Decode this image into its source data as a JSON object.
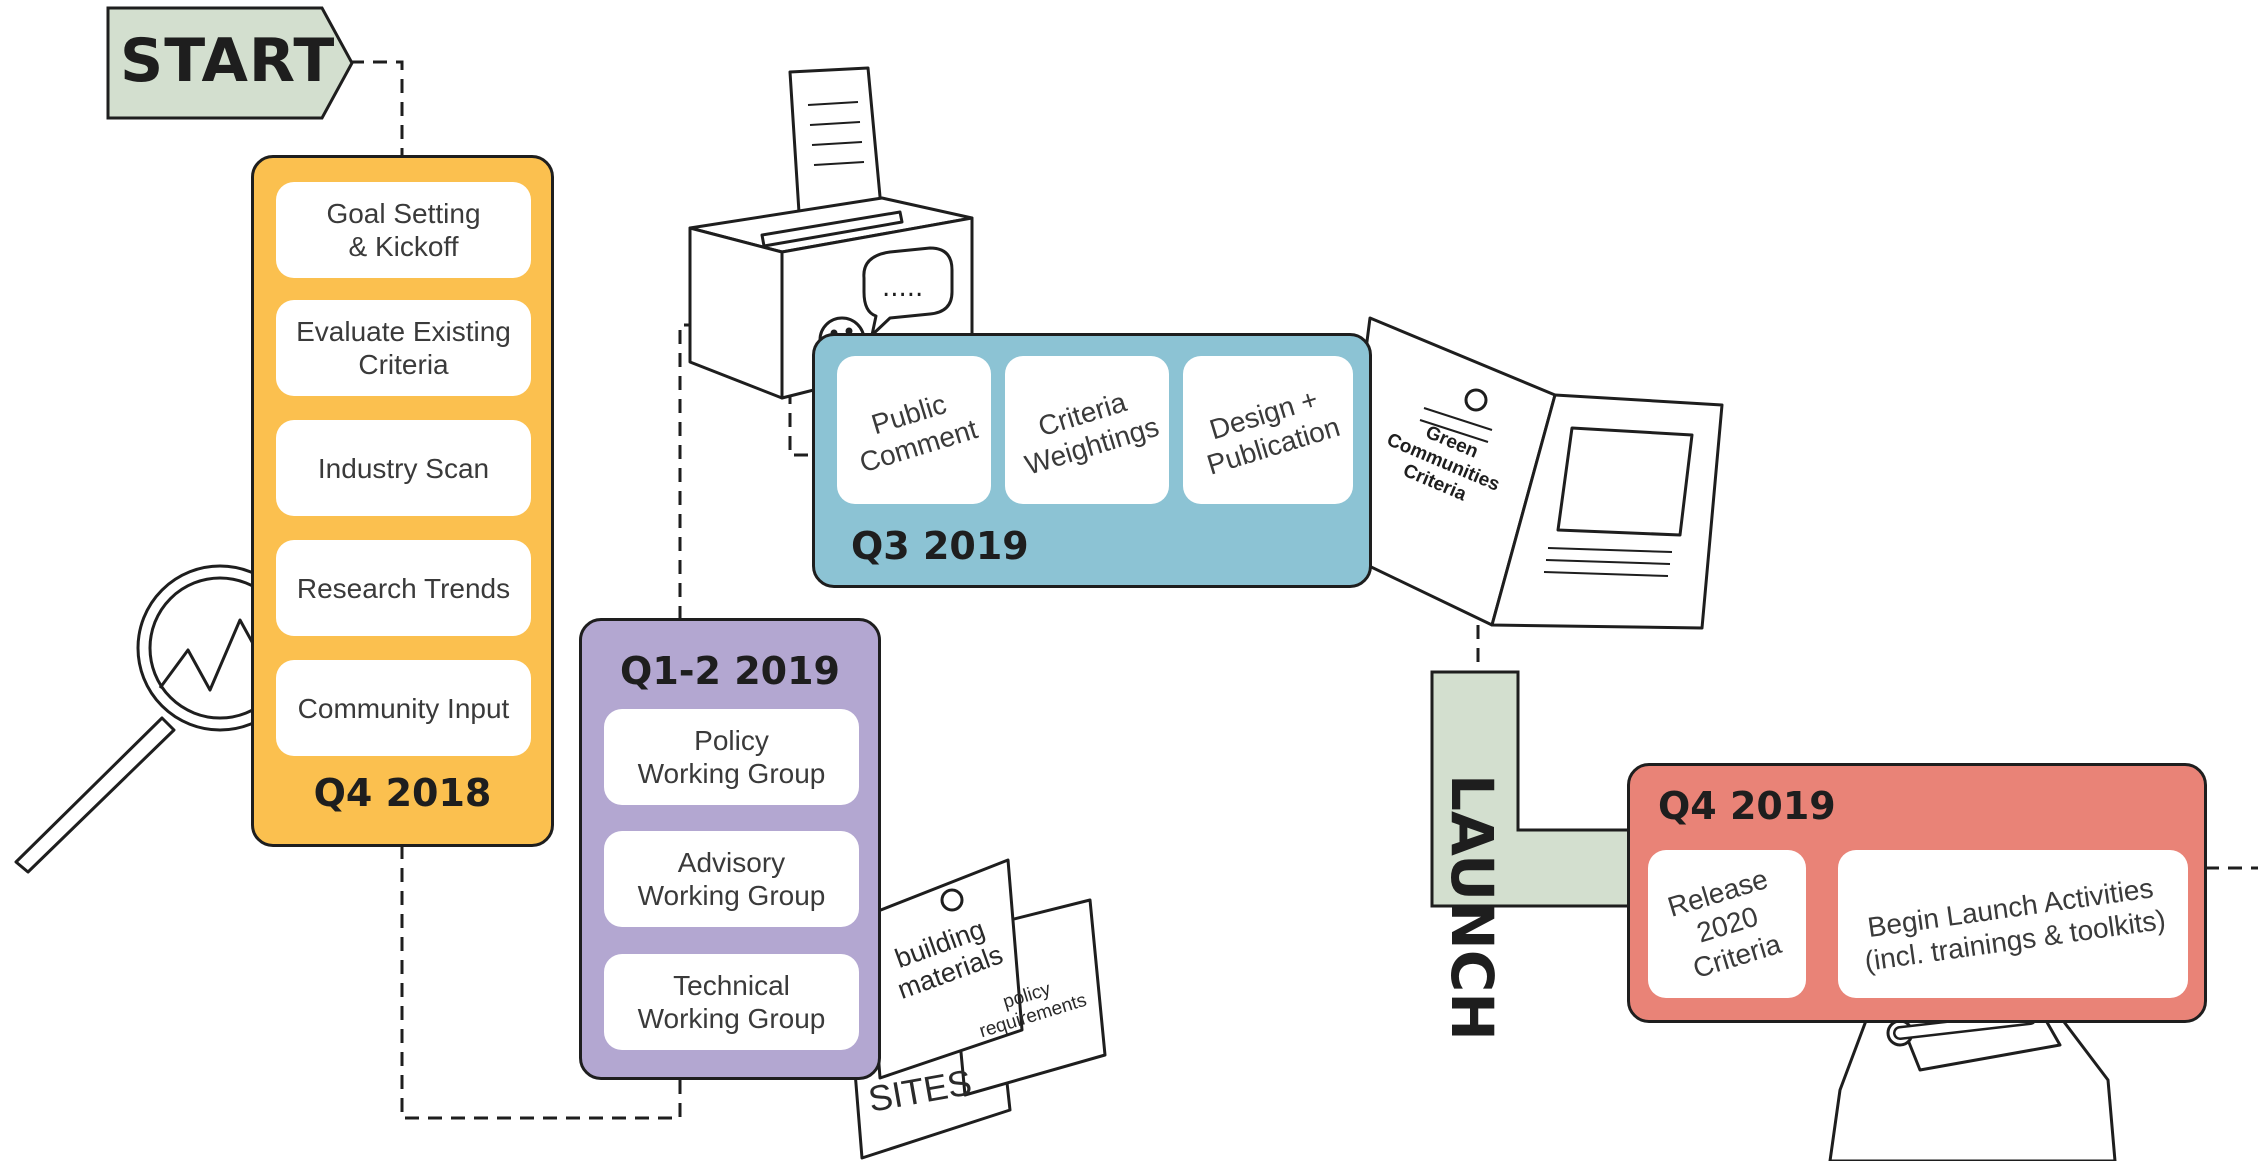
{
  "start_label": "START",
  "launch_label": "LAUNCH",
  "phases": {
    "q4_2018": {
      "title": "Q4 2018",
      "color": "#fbc04f",
      "items": [
        "Goal Setting\n& Kickoff",
        "Evaluate Existing\nCriteria",
        "Industry Scan",
        "Research Trends",
        "Community Input"
      ]
    },
    "q1_2_2019": {
      "title": "Q1-2 2019",
      "color": "#b3a7d1",
      "items": [
        "Policy\nWorking Group",
        "Advisory\nWorking Group",
        "Technical\nWorking Group"
      ]
    },
    "q3_2019": {
      "title": "Q3 2019",
      "color": "#8cc3d4",
      "items": [
        "Public\nComment",
        "Criteria\nWeightings",
        "Design +\nPublication"
      ]
    },
    "q4_2019": {
      "title": "Q4 2019",
      "color": "#e98377",
      "items": [
        "Release\n2020\nCriteria",
        "Begin Launch Activities\n(incl. trainings & toolkits)"
      ]
    }
  },
  "flag_color": "#d3dfcf",
  "illustrations": {
    "booklet_text": "Green\nCommunities\nCriteria",
    "card_building": "building\nmaterials",
    "card_policy": "policy\nrequirements",
    "card_sites": "SITES"
  }
}
